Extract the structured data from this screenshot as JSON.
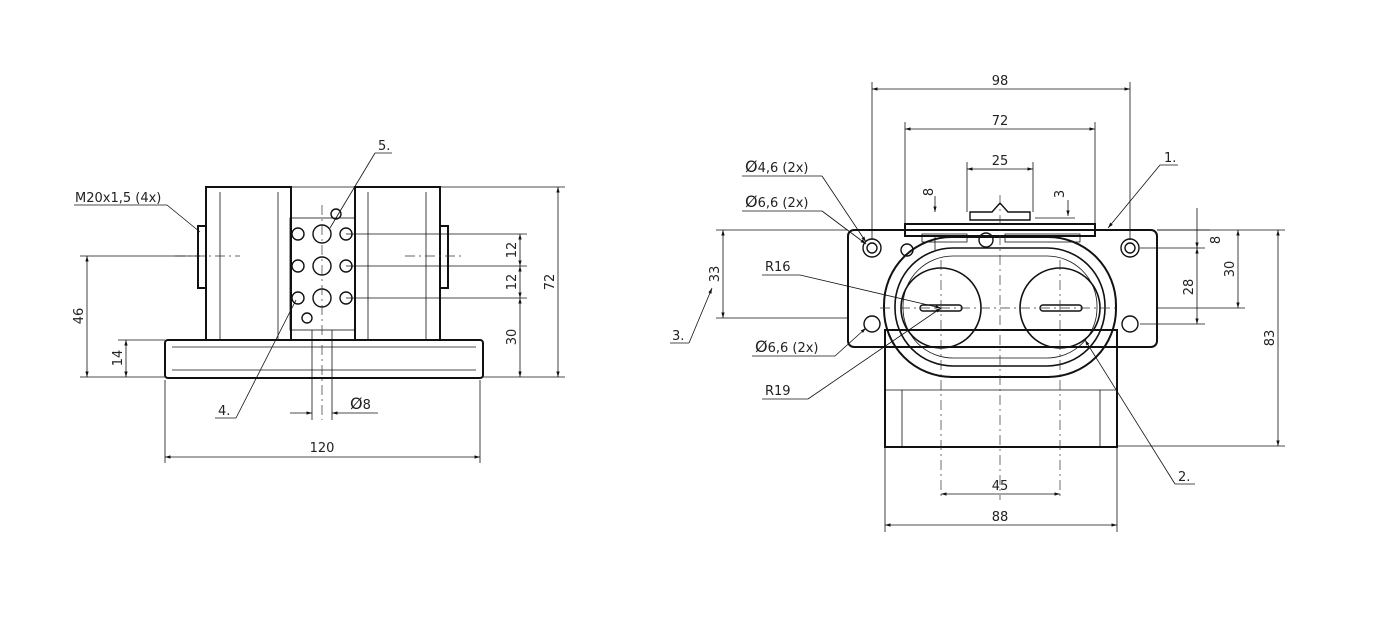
{
  "left_view": {
    "dim_width": "120",
    "dim_height_total": "72",
    "dim_46": "46",
    "dim_14": "14",
    "dim_30": "30",
    "dim_pitch_1": "12",
    "dim_pitch_2": "12",
    "dim_dia8": "8",
    "label_thread": "M20x1,5 (4x)",
    "callout_4": "4.",
    "callout_5": "5."
  },
  "right_view": {
    "dim_98": "98",
    "dim_72": "72",
    "dim_25": "25",
    "dim_8_top": "8",
    "dim_3": "3",
    "dim_8_right": "8",
    "dim_28": "28",
    "dim_30": "30",
    "dim_83": "83",
    "dim_33": "33",
    "dim_45": "45",
    "dim_88": "88",
    "label_dia46": "4,6 (2x)",
    "label_dia66_top": "6,6 (2x)",
    "label_dia66_bottom": "6,6 (2x)",
    "label_r16": "R16",
    "label_r19": "R19",
    "callout_1": "1.",
    "callout_2": "2.",
    "callout_3": "3."
  },
  "diameter_symbol": "Ø"
}
